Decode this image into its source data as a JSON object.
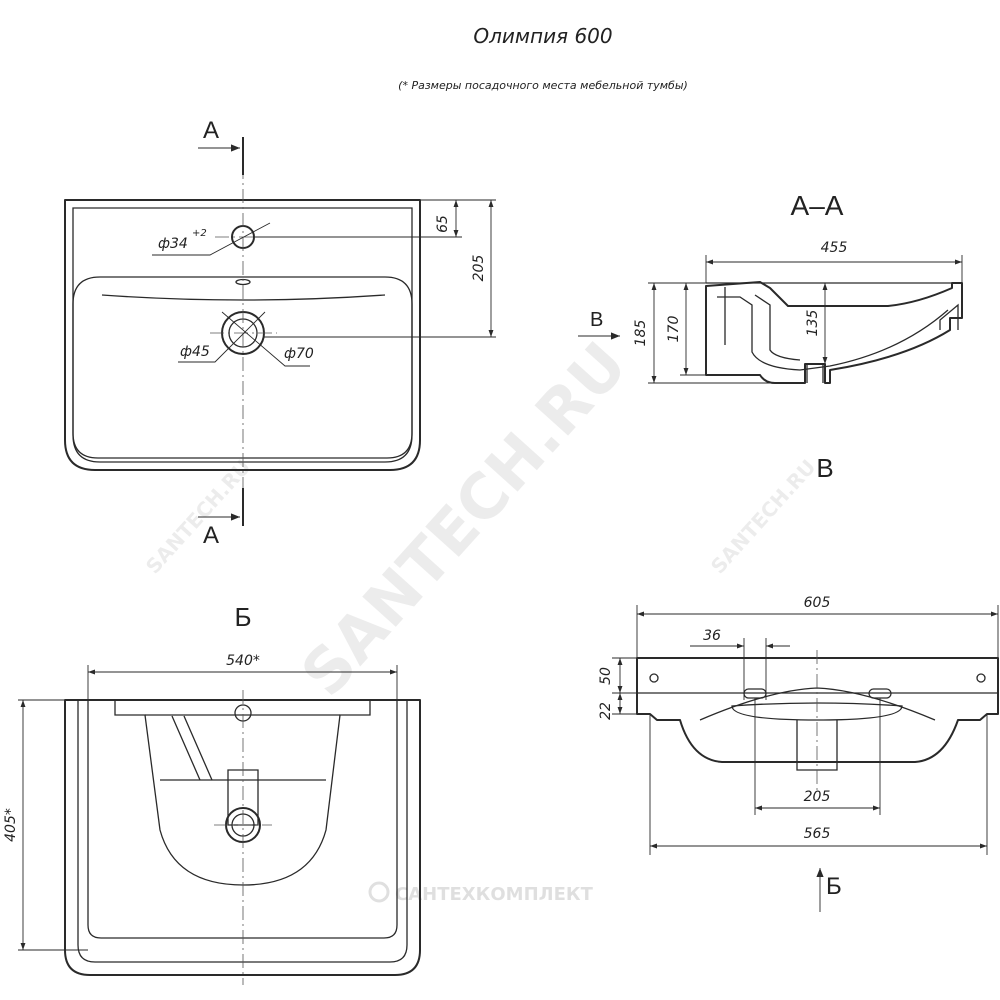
{
  "title": "Олимпия 600",
  "note": "(* Размеры посадочного места мебельной тумбы)",
  "watermarks": {
    "main": "SANTECH.RU",
    "small_left": "SANTECH.RU",
    "small_right": "SANTECH.RU",
    "brand": "САНТЕХКОМПЛЕКТ"
  },
  "section_labels": {
    "a_top": "А",
    "a_bottom": "А",
    "aa_title": "А–А",
    "v_arrow": "В",
    "v_title": "В",
    "b_title": "Б",
    "b_arrow": "Б"
  },
  "top_view": {
    "dim_65": "65",
    "dim_205": "205",
    "dim_d34": "ф34",
    "dim_d34_tol": "+2",
    "dim_d45": "ф45",
    "dim_d70": "ф70"
  },
  "section_aa": {
    "dim_455": "455",
    "dim_185": "185",
    "dim_170": "170",
    "dim_135": "135"
  },
  "view_b": {
    "dim_540": "540*",
    "dim_405": "405*"
  },
  "view_v": {
    "dim_605": "605",
    "dim_36": "36",
    "dim_50": "50",
    "dim_22": "22",
    "dim_205": "205",
    "dim_565": "565"
  }
}
